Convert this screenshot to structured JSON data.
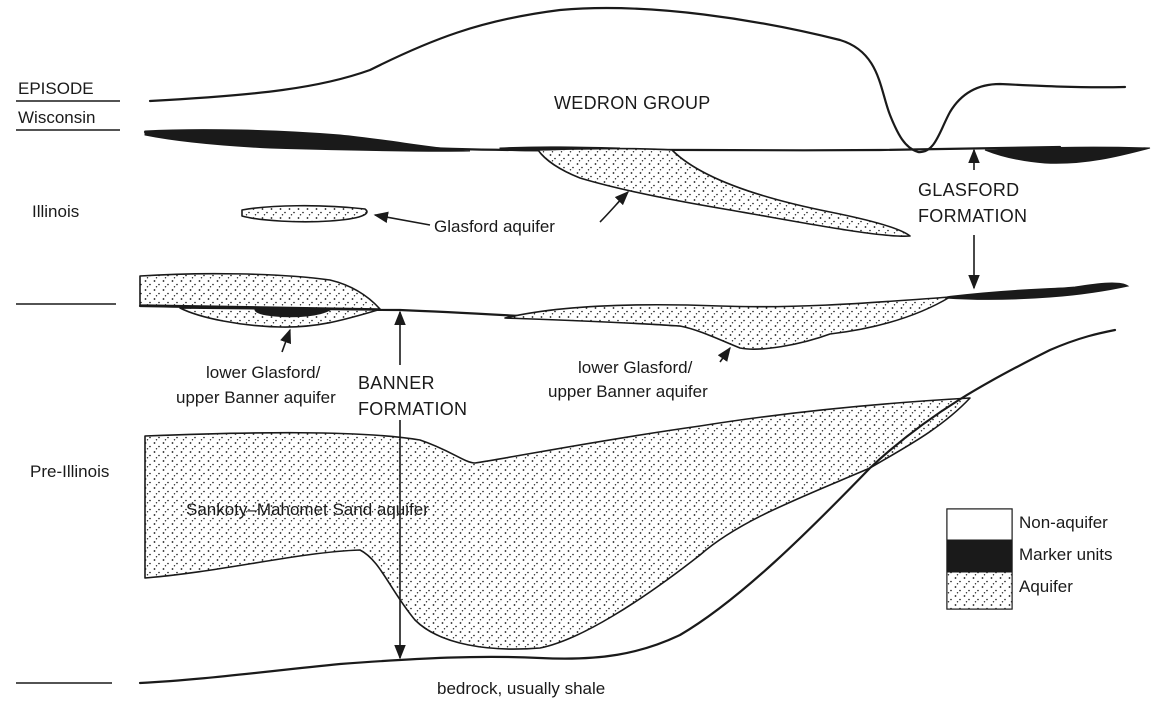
{
  "episodes": {
    "header": "EPISODE",
    "wisconsin": "Wisconsin",
    "illinois": "Illinois",
    "pre_illinois": "Pre-Illinois"
  },
  "units": {
    "wedron": "WEDRON GROUP",
    "glasford_formation_line1": "GLASFORD",
    "glasford_formation_line2": "FORMATION",
    "banner_formation_line1": "BANNER",
    "banner_formation_line2": "FORMATION",
    "bedrock": "bedrock, usually shale"
  },
  "aquifers": {
    "glasford": "Glasford aquifer",
    "lower_left_line1": "lower Glasford/",
    "lower_left_line2": "upper Banner aquifer",
    "lower_right_line1": "lower Glasford/",
    "lower_right_line2": "upper Banner aquifer",
    "sankoty": "Sankoty–Mahomet Sand aquifer"
  },
  "legend": {
    "items": [
      {
        "label": "Non-aquifer",
        "swatch": "blank"
      },
      {
        "label": "Marker units",
        "swatch": "solid"
      },
      {
        "label": "Aquifer",
        "swatch": "dotted"
      }
    ]
  },
  "colors": {
    "ink": "#1a1a1a",
    "paper": "#ffffff"
  }
}
